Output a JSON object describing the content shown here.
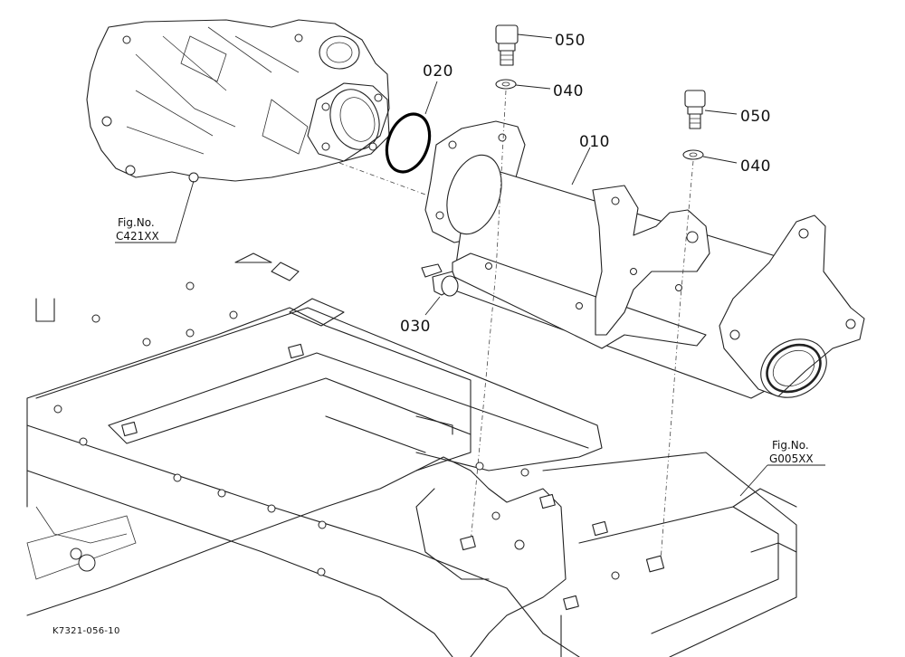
{
  "callouts": {
    "p010": "010",
    "p020": "020",
    "p030": "030",
    "p040_top": "040",
    "p050_top": "050",
    "p040_right": "040",
    "p050_right": "050"
  },
  "figure_refs": {
    "c421_label": "Fig.No.",
    "c421_code": "C421XX",
    "g005_label": "Fig.No.",
    "g005_code": "G005XX"
  },
  "document_id": "K7321-056-10"
}
